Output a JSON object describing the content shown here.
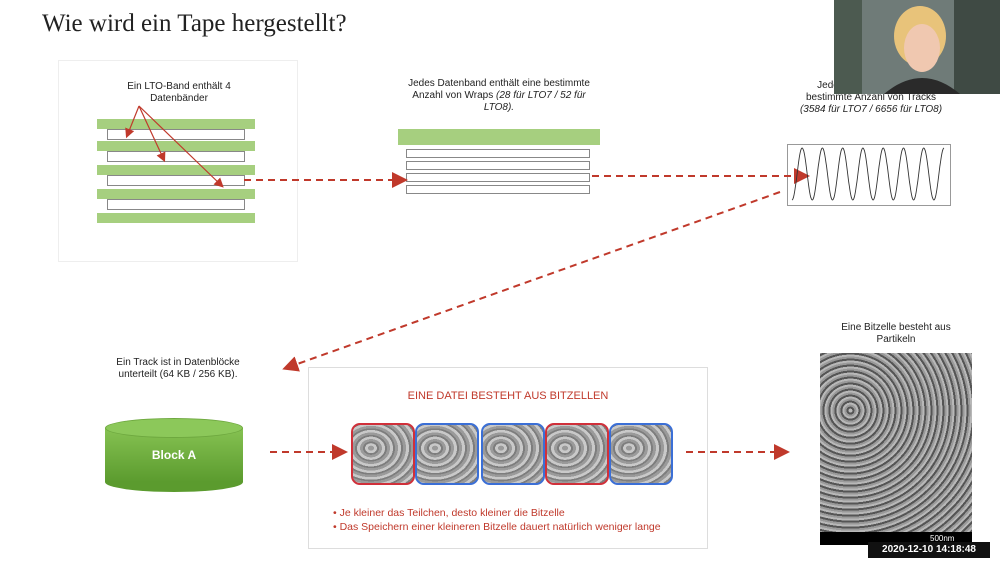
{
  "slide": {
    "title": "Wie wird ein Tape hergestellt?",
    "lto_band_text": "Ein LTO-Band enthält 4 Datenbänder",
    "wraps_text_main": "Jedes Datenband enthält eine bestimmte Anzahl von Wraps",
    "wraps_text_detail": "(28 für LTO7 / 52 für LTO8).",
    "tracks_text_main": "Jedes Wrap enthält eine bestimmte Anzahl von Tracks",
    "tracks_text_detail": "(3584 für LTO7 / 6656 für LTO8)",
    "track_blocks_text": "Ein Track ist in Datenblöcke unterteilt (64 KB / 256 KB).",
    "block_label": "Block A",
    "bitcell_title": "EINE DATEI BESTEHT AUS BITZELLEN",
    "bullets": [
      "Je kleiner das Teilchen, desto kleiner die Bitzelle",
      "Das Speichern einer kleineren Bitzelle dauert natürlich weniger lange"
    ],
    "particles_text": "Eine Bitzelle besteht aus Partikeln",
    "sem_scale_label": "500nm"
  },
  "overlay": {
    "timestamp": "2020-12-10 14:18:48"
  },
  "colors": {
    "accent_green": "#a6cf7f",
    "arrow_red": "#c0392b",
    "cell_red": "#d0303a",
    "cell_blue": "#3b6fd6"
  },
  "icons": {
    "webcam": "webcam-feed"
  }
}
